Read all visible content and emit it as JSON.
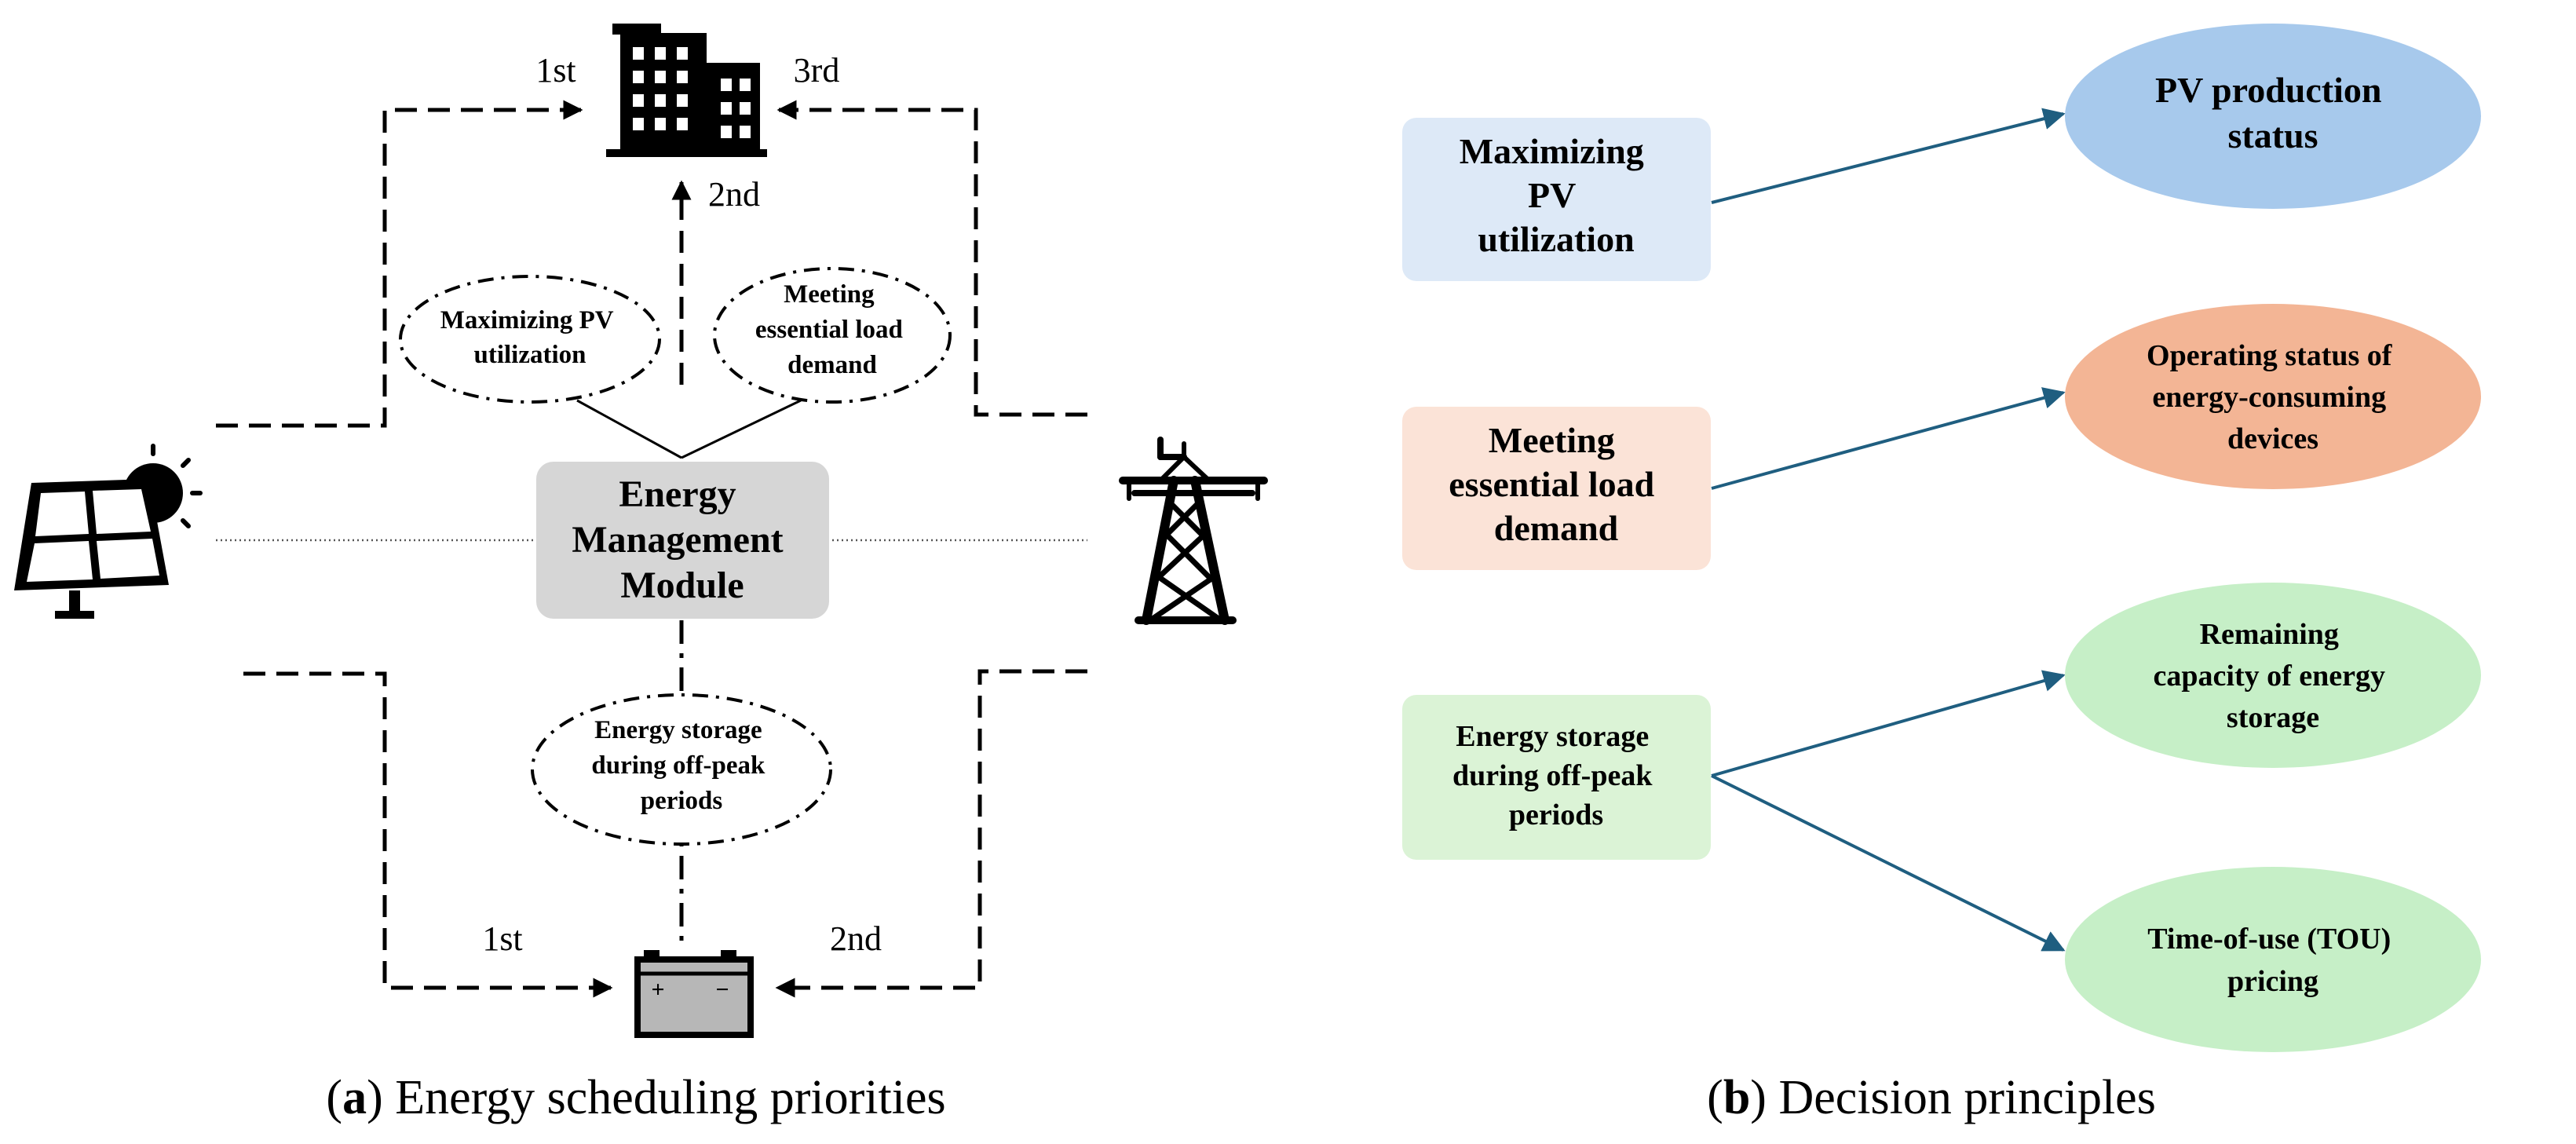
{
  "panel_a": {
    "caption_letter": "a",
    "caption_text": "Energy scheduling priorities",
    "center_box": [
      "Energy",
      "Management",
      "Module"
    ],
    "priority_labels": {
      "building_from_pv": "1st",
      "building_from_module": "2nd",
      "building_from_grid": "3rd",
      "battery_from_pv": "1st",
      "battery_from_grid": "2nd"
    },
    "ellipses": {
      "pv_utilization": [
        "Maximizing PV",
        "utilization"
      ],
      "load_demand": [
        "Meeting",
        "essential load",
        "demand"
      ],
      "storage": [
        "Energy storage",
        "during off-peak",
        "periods"
      ]
    },
    "icons": [
      "building-icon",
      "solar-panel-icon",
      "sun-icon",
      "power-tower-icon",
      "battery-icon"
    ]
  },
  "panel_b": {
    "caption_letter": "b",
    "caption_text": "Decision principles",
    "principles": [
      {
        "lines": [
          "Maximizing",
          "PV",
          "utilization"
        ],
        "fill": "#dde9f7"
      },
      {
        "lines": [
          "Meeting",
          "essential load",
          "demand"
        ],
        "fill": "#fbe3d7"
      },
      {
        "lines": [
          "Energy storage",
          "during off-peak",
          "periods"
        ],
        "fill": "#dbf3d6"
      }
    ],
    "factors": [
      {
        "lines": [
          "PV production",
          "status"
        ],
        "fill": "#a7c9ec"
      },
      {
        "lines": [
          "Operating status of",
          "energy-consuming",
          "devices"
        ],
        "fill": "#f3b595"
      },
      {
        "lines": [
          "Remaining",
          "capacity of energy",
          "storage"
        ],
        "fill": "#c6efc7"
      },
      {
        "lines": [
          "Time-of-use (TOU)",
          "pricing"
        ],
        "fill": "#c6efc7"
      }
    ],
    "arrow_color": "#1f5e80"
  }
}
